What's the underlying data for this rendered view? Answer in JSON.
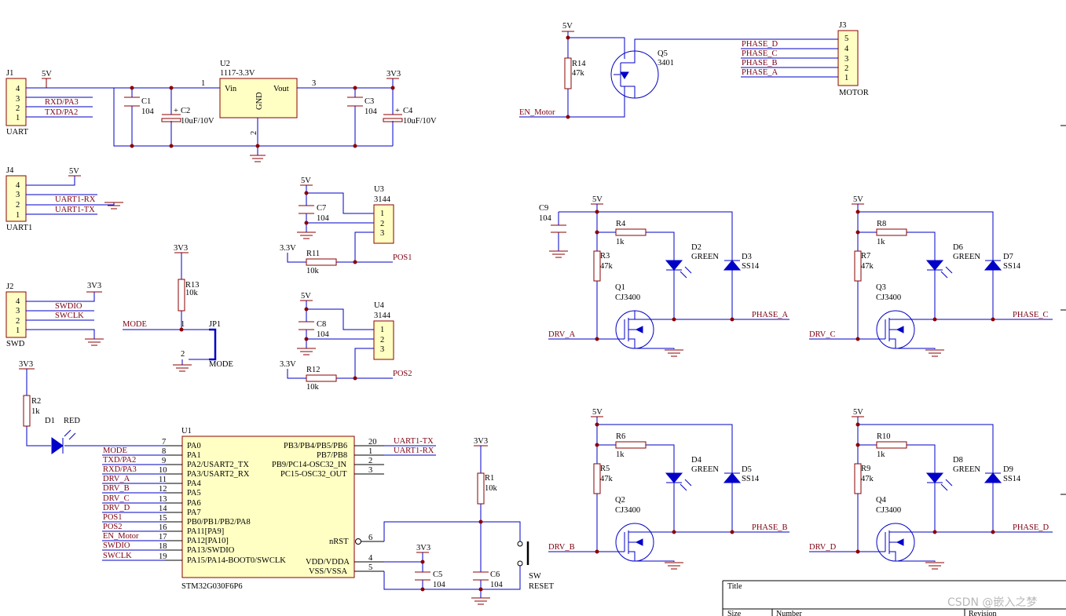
{
  "watermark": "CSDN @嵌入之梦",
  "title_block": {
    "title": "Title",
    "size": "Size",
    "number": "Number",
    "revision": "Revision"
  },
  "labels": {
    "v5": "5V",
    "v3v3": "3V3",
    "v3_3": "3.3V",
    "J1": "J1",
    "J1_name": "UART",
    "J4": "J4",
    "J4_name": "UART1",
    "J2": "J2",
    "J2_name": "SWD",
    "J3": "J3",
    "J3_name": "MOTOR",
    "JP1": "JP1",
    "JP1_name": "MODE",
    "p1": "1",
    "p2": "2",
    "p3": "3",
    "p4": "4",
    "p5": "5",
    "p6": "6",
    "p20": "20",
    "p7": "7",
    "p8": "8",
    "p9": "9",
    "p10": "10",
    "p11": "11",
    "p12": "12",
    "p13": "13",
    "p14": "14",
    "p15": "15",
    "p16": "16",
    "p17": "17",
    "p18": "18",
    "p19": "19",
    "U2": "U2",
    "U2_val": "1117-3.3V",
    "vin": "Vin",
    "vout": "Vout",
    "gnd": "GND",
    "C1": "C1",
    "C2": "C2",
    "C3": "C3",
    "C4": "C4",
    "C5": "C5",
    "C6": "C6",
    "C7": "C7",
    "C8": "C8",
    "C9": "C9",
    "cap104": "104",
    "cap10u": "10uF/10V",
    "plus": "+",
    "U3": "U3",
    "U4": "U4",
    "hall": "3144",
    "R1": "R1",
    "R2": "R2",
    "R3": "R3",
    "R4": "R4",
    "R5": "R5",
    "R6": "R6",
    "R7": "R7",
    "R8": "R8",
    "R9": "R9",
    "R10": "R10",
    "R11": "R11",
    "R12": "R12",
    "R13": "R13",
    "R14": "R14",
    "r1k": "1k",
    "r10k": "10k",
    "r47k": "47k",
    "Q1": "Q1",
    "Q2": "Q2",
    "Q3": "Q3",
    "Q4": "Q4",
    "Q5": "Q5",
    "nmos": "CJ3400",
    "pmos": "3401",
    "D1": "D1",
    "D2": "D2",
    "D3": "D3",
    "D4": "D4",
    "D5": "D5",
    "D6": "D6",
    "D7": "D7",
    "D8": "D8",
    "D9": "D9",
    "red": "RED",
    "green": "GREEN",
    "ss14": "SS14",
    "U1": "U1",
    "U1_val": "STM32G030F6P6",
    "PA0": "PA0",
    "PA1": "PA1",
    "PA2": "PA2/USART2_TX",
    "PA3": "PA3/USART2_RX",
    "PA4": "PA4",
    "PA5": "PA5",
    "PA6": "PA6",
    "PA7": "PA7",
    "PB0": "PB0/PB1/PB2/PA8",
    "PA11": "PA11[PA9]",
    "PA12": "PA12[PA10]",
    "PA13": "PA13/SWDIO",
    "PA15": "PA15/PA14-BOOT0/SWCLK",
    "PB3": "PB3/PB4/PB5/PB6",
    "PB7": "PB7/PB8",
    "PB9": "PB9/PC14-OSC32_IN",
    "PC15": "PC15-OSC32_OUT",
    "nRST": "nRST",
    "VDD": "VDD/VDDA",
    "VSS": "VSS/VSSA",
    "SW": "SW",
    "RESET": "RESET"
  },
  "nets": {
    "RXD_PA3": "RXD/PA3",
    "TXD_PA2": "TXD/PA2",
    "UART1_RX": "UART1-RX",
    "UART1_TX": "UART1-TX",
    "SWDIO": "SWDIO",
    "SWCLK": "SWCLK",
    "MODE": "MODE",
    "POS1": "POS1",
    "POS2": "POS2",
    "EN_Motor": "EN_Motor",
    "PHASE_A": "PHASE_A",
    "PHASE_B": "PHASE_B",
    "PHASE_C": "PHASE_C",
    "PHASE_D": "PHASE_D",
    "DRV_A": "DRV_A",
    "DRV_B": "DRV_B",
    "DRV_C": "DRV_C",
    "DRV_D": "DRV_D",
    "TXD_PA2_u": "TXD/PA2",
    "RXD_PA3_u": "RXD/PA3",
    "UART1_TX_u": "UART1-TX",
    "UART1_RX_u": "UART1-RX"
  },
  "colors": {
    "wire": "#0000c8",
    "component": "#8b0000",
    "body_fill": "#ffffc4",
    "net_label": "#7a0010"
  }
}
